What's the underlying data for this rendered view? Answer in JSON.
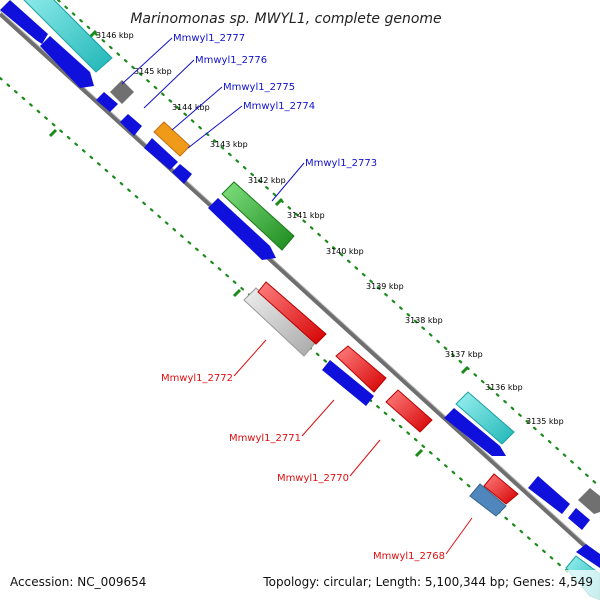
{
  "title": "Marinomonas sp. MWYL1, complete genome",
  "footer": {
    "accession": "Accession: NC_009654",
    "summary": "Topology: circular; Length: 5,100,344 bp; Genes: 4,549"
  },
  "colors": {
    "backbone": "#7a7a7a",
    "tick_dots": "#1a8a1a",
    "forward_label": "#1212cc",
    "reverse_label": "#dd1111",
    "cyan": "#36d0d0",
    "blue": "#1010dd",
    "gray": "#707070",
    "orange": "#f09a1a",
    "green": "#2aa02a",
    "red": "#ee1111",
    "lightgray": "#bdbdbd",
    "steelblue": "#4f86bc"
  },
  "kbp_ticks": [
    {
      "label": "3146 kbp"
    },
    {
      "label": "3145 kbp"
    },
    {
      "label": "3144 kbp"
    },
    {
      "label": "3143 kbp"
    },
    {
      "label": "3142 kbp"
    },
    {
      "label": "3141 kbp"
    },
    {
      "label": "3140 kbp"
    },
    {
      "label": "3139 kbp"
    },
    {
      "label": "3138 kbp"
    },
    {
      "label": "3137 kbp"
    },
    {
      "label": "3136 kbp"
    },
    {
      "label": "3135 kbp"
    }
  ],
  "gene_labels": [
    {
      "name": "Mmwyl1_2777",
      "strand": "forward"
    },
    {
      "name": "Mmwyl1_2776",
      "strand": "forward"
    },
    {
      "name": "Mmwyl1_2775",
      "strand": "forward"
    },
    {
      "name": "Mmwyl1_2774",
      "strand": "forward"
    },
    {
      "name": "Mmwyl1_2773",
      "strand": "forward"
    },
    {
      "name": "Mmwyl1_2772",
      "strand": "reverse"
    },
    {
      "name": "Mmwyl1_2771",
      "strand": "reverse"
    },
    {
      "name": "Mmwyl1_2770",
      "strand": "reverse"
    },
    {
      "name": "Mmwyl1_2768",
      "strand": "reverse"
    }
  ]
}
